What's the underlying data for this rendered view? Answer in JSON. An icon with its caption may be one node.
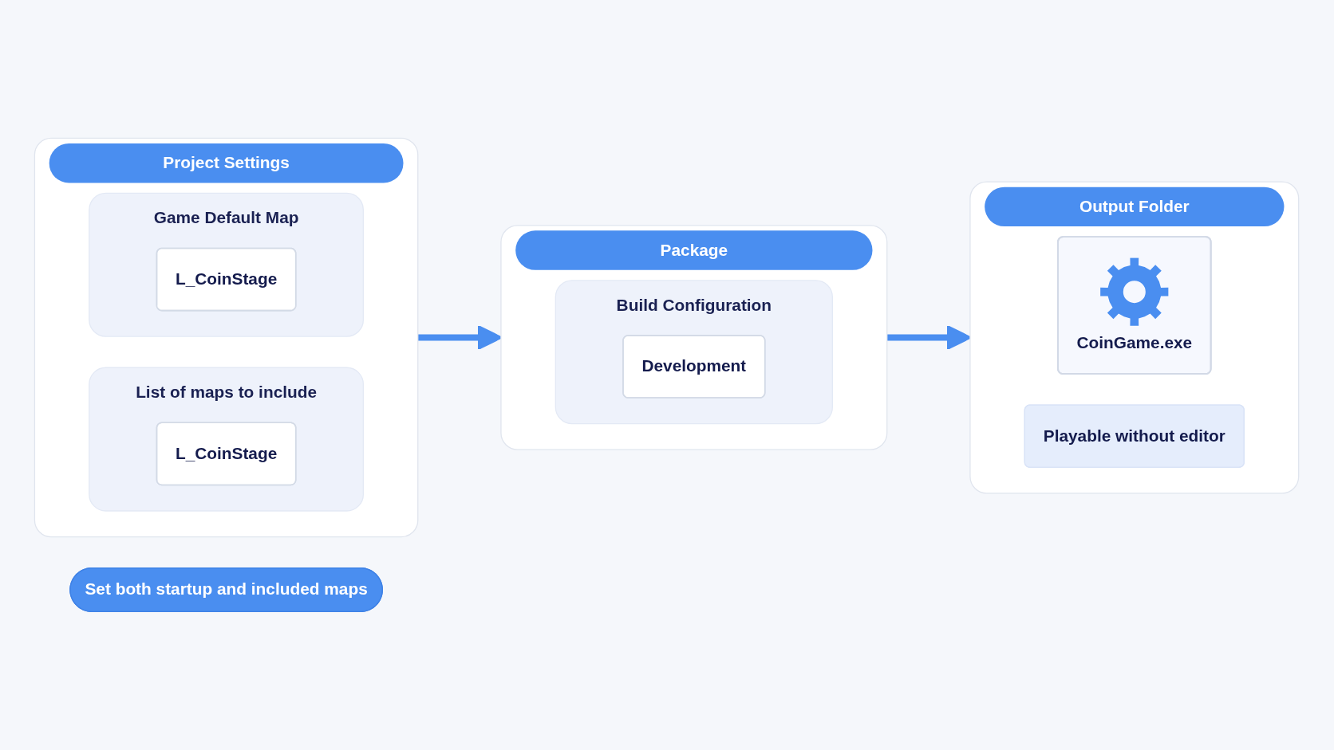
{
  "diagram": {
    "nodes": [
      {
        "text": [
          "Project Settings"
        ]
      },
      {
        "text": [
          "Game Default Map"
        ],
        "in": 0
      },
      {
        "text": [
          "L_CoinStage"
        ],
        "in": 1
      },
      {
        "text": [
          "List of maps to include"
        ],
        "in": 0
      },
      {
        "text": [
          "L_CoinStage"
        ],
        "in": 3
      },
      {
        "text": [
          "Package"
        ]
      },
      {
        "text": [
          "Build Configuration"
        ],
        "in": 5
      },
      {
        "text": [
          "Development"
        ],
        "in": 6
      },
      {
        "text": [
          "Output Folder"
        ]
      },
      {
        "text": [
          "CoinGame.exe"
        ],
        "in": 8
      },
      {
        "text": [
          "Playable without editor"
        ],
        "in": 8
      },
      {
        "text": [
          "Set both startup and included maps"
        ]
      }
    ],
    "edges": [
      {
        "from": 0,
        "to": 5,
        "arrow": "to"
      },
      {
        "from": 5,
        "to": 8,
        "arrow": "to"
      }
    ]
  }
}
